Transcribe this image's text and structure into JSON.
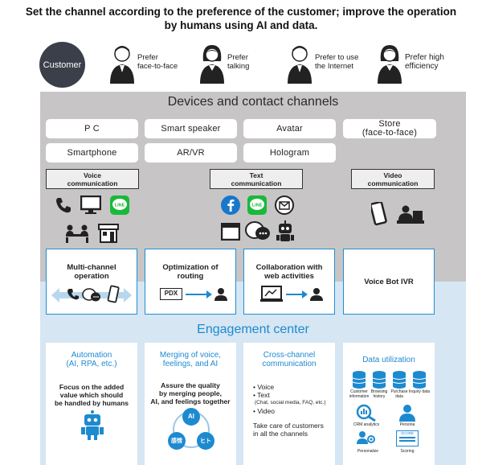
{
  "header": {
    "title_line1": "Set the channel according to the preference of the customer; improve the operation",
    "title_line2": "by humans using AI and data."
  },
  "customer_label": "Customer",
  "personas": [
    {
      "line1": "Prefer",
      "line2": "face-to-face",
      "icon": "man-icon"
    },
    {
      "line1": "Prefer",
      "line2": "talking",
      "icon": "woman-icon"
    },
    {
      "line1": "Prefer to use",
      "line2": "the Internet",
      "icon": "man-icon"
    },
    {
      "line1": "Prefer high",
      "line2": "efficiency",
      "icon": "woman-icon"
    }
  ],
  "devices_section": {
    "title": "Devices and contact channels",
    "channels": [
      "P C",
      "Smart speaker",
      "Avatar",
      "Store",
      "(face-to-face)",
      "Smartphone",
      "AR/VR",
      "Hologram"
    ],
    "comm_types": [
      {
        "line1": "Voice",
        "line2": "communication"
      },
      {
        "line1": "Text",
        "line2": "communication"
      },
      {
        "line1": "Video",
        "line2": "communication"
      }
    ],
    "icons": [
      "phone-icon",
      "monitor-icon",
      "line-icon",
      "meeting-icon",
      "store-icon",
      "facebook-icon",
      "line-icon",
      "mail-icon",
      "browser-icon",
      "chat-icon",
      "robot-icon",
      "smartphone-icon",
      "video-call-icon"
    ]
  },
  "middle_boxes": [
    {
      "line1": "Multi-channel",
      "line2": "operation"
    },
    {
      "line1": "Optimization of",
      "line2": "routing",
      "tag": "PDX"
    },
    {
      "line1": "Collaboration with",
      "line2": "web activities"
    },
    {
      "line1": "Voice Bot IVR",
      "line2": ""
    }
  ],
  "engagement": {
    "title": "Engagement center",
    "cards": [
      {
        "t1": "Automation",
        "t2": "(AI, RPA, etc.)",
        "b1": "Focus on the added",
        "b2": "value which should",
        "b3": "be handled by humans"
      },
      {
        "t1": "Merging of voice,",
        "t2": "feelings, and AI",
        "b1": "Assure the quality",
        "b2": "by merging people,",
        "b3": "AI, and feelings together",
        "c_ai": "AI",
        "c_feel": "感情",
        "c_person": "ヒト"
      },
      {
        "t1": "Cross-channel",
        "t2": "communication",
        "l1": "• Voice",
        "l2": "• Text",
        "l3": "(Chat, social media, FAQ, etc.)",
        "l4": "• Video",
        "b1": "Take care of customers",
        "b2": "in all the channels"
      },
      {
        "t1": "Data utilization",
        "db": [
          "Customer information",
          "Browsing history",
          "Purchase data",
          "Inquiry data"
        ],
        "d1": "CRM analytics",
        "d2": "Persona",
        "d3": "Personalize",
        "d4": "Scoring",
        "score": "SCORE"
      }
    ]
  },
  "colors": {
    "accent": "#1d8ad0",
    "grey": "#c7c5c6",
    "light_blue": "#d6e6f3",
    "dark": "#3a3f4a",
    "line_green": "#19b93a"
  }
}
